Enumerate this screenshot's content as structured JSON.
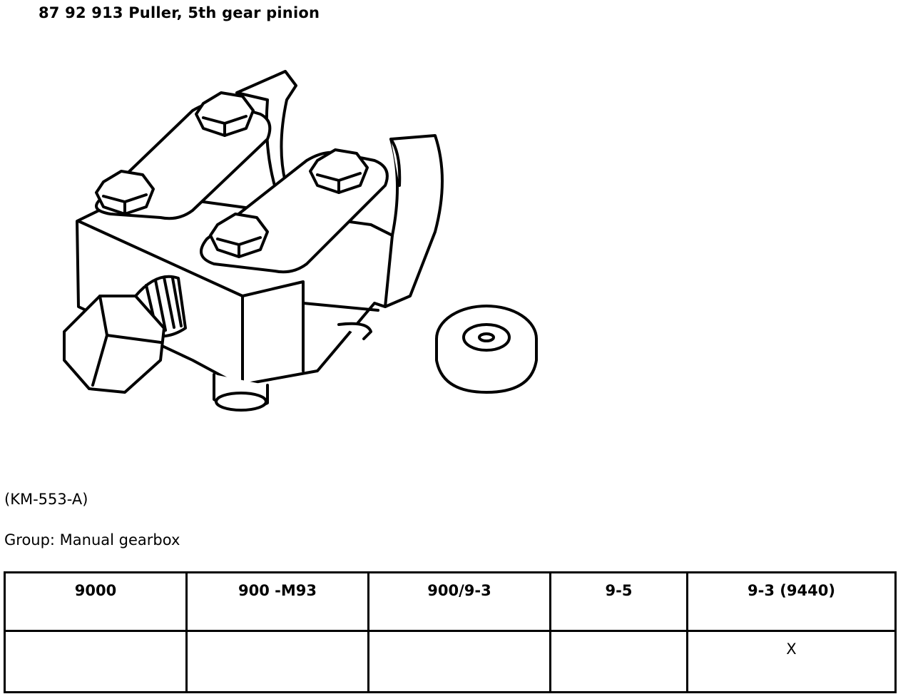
{
  "document": {
    "title": "87 92 913 Puller, 5th gear pinion",
    "code": "(KM-553-A)",
    "group_line": "Group: Manual gearbox"
  },
  "illustration": {
    "icon": "puller-tool-drawing-icon"
  },
  "compatibility_table": {
    "headers": [
      "9000",
      "900 -M93",
      "900/9-3",
      "9-5",
      "9-3 (9440)"
    ],
    "rows": [
      [
        "",
        "",
        "",
        "",
        "X"
      ]
    ]
  }
}
